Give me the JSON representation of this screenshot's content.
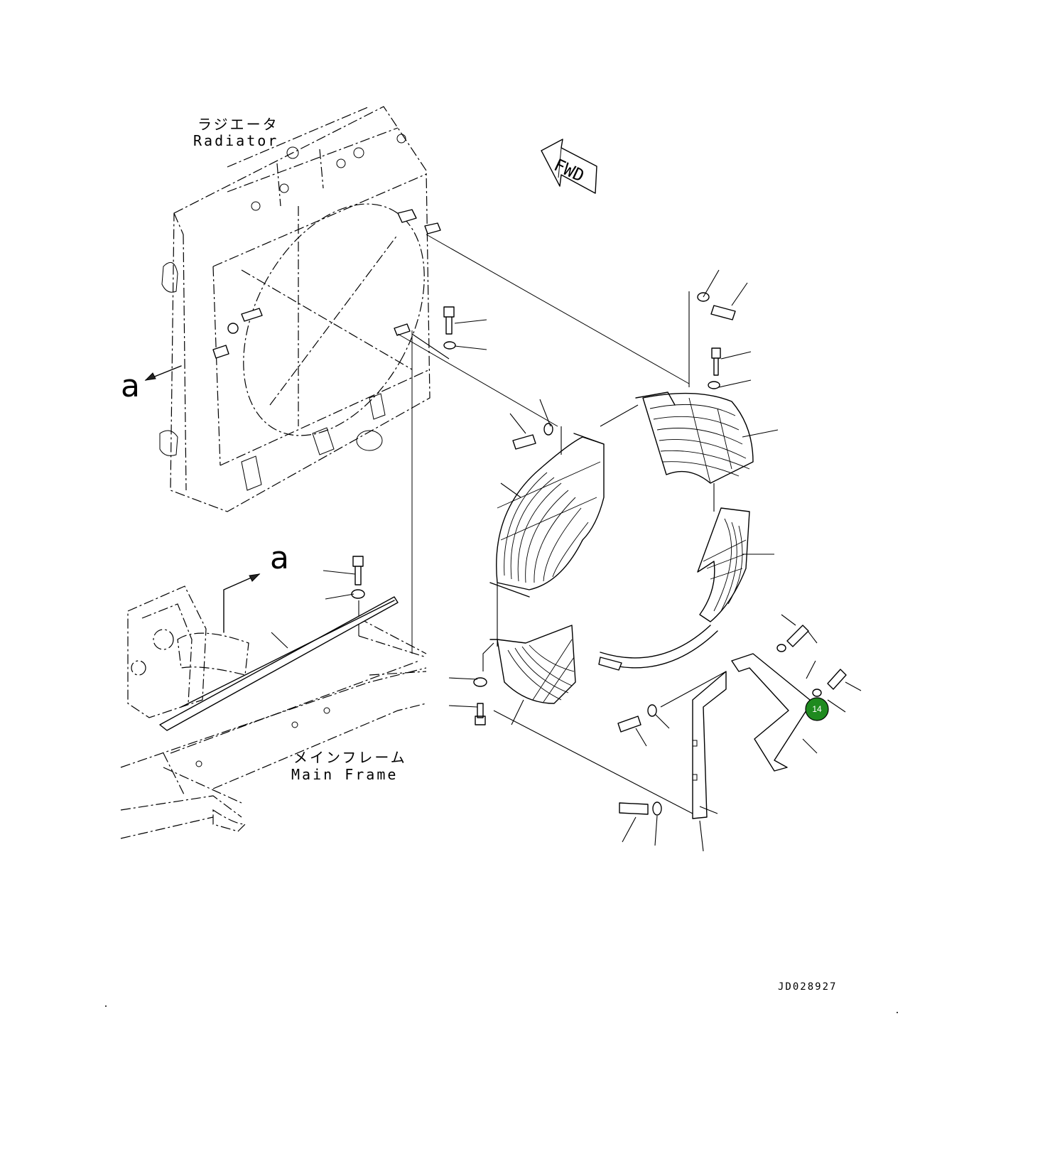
{
  "labels": {
    "radiator_jp": "ラジエータ",
    "radiator_en": "Radiator",
    "main_frame_jp": "メインフレーム",
    "main_frame_en": "Main Frame",
    "view_a_1": "a",
    "view_a_2": "a",
    "fwd": "FWD",
    "drawing_code": "JD028927"
  },
  "callouts": [
    {
      "number": "14",
      "color": "#1f8a1f"
    }
  ]
}
